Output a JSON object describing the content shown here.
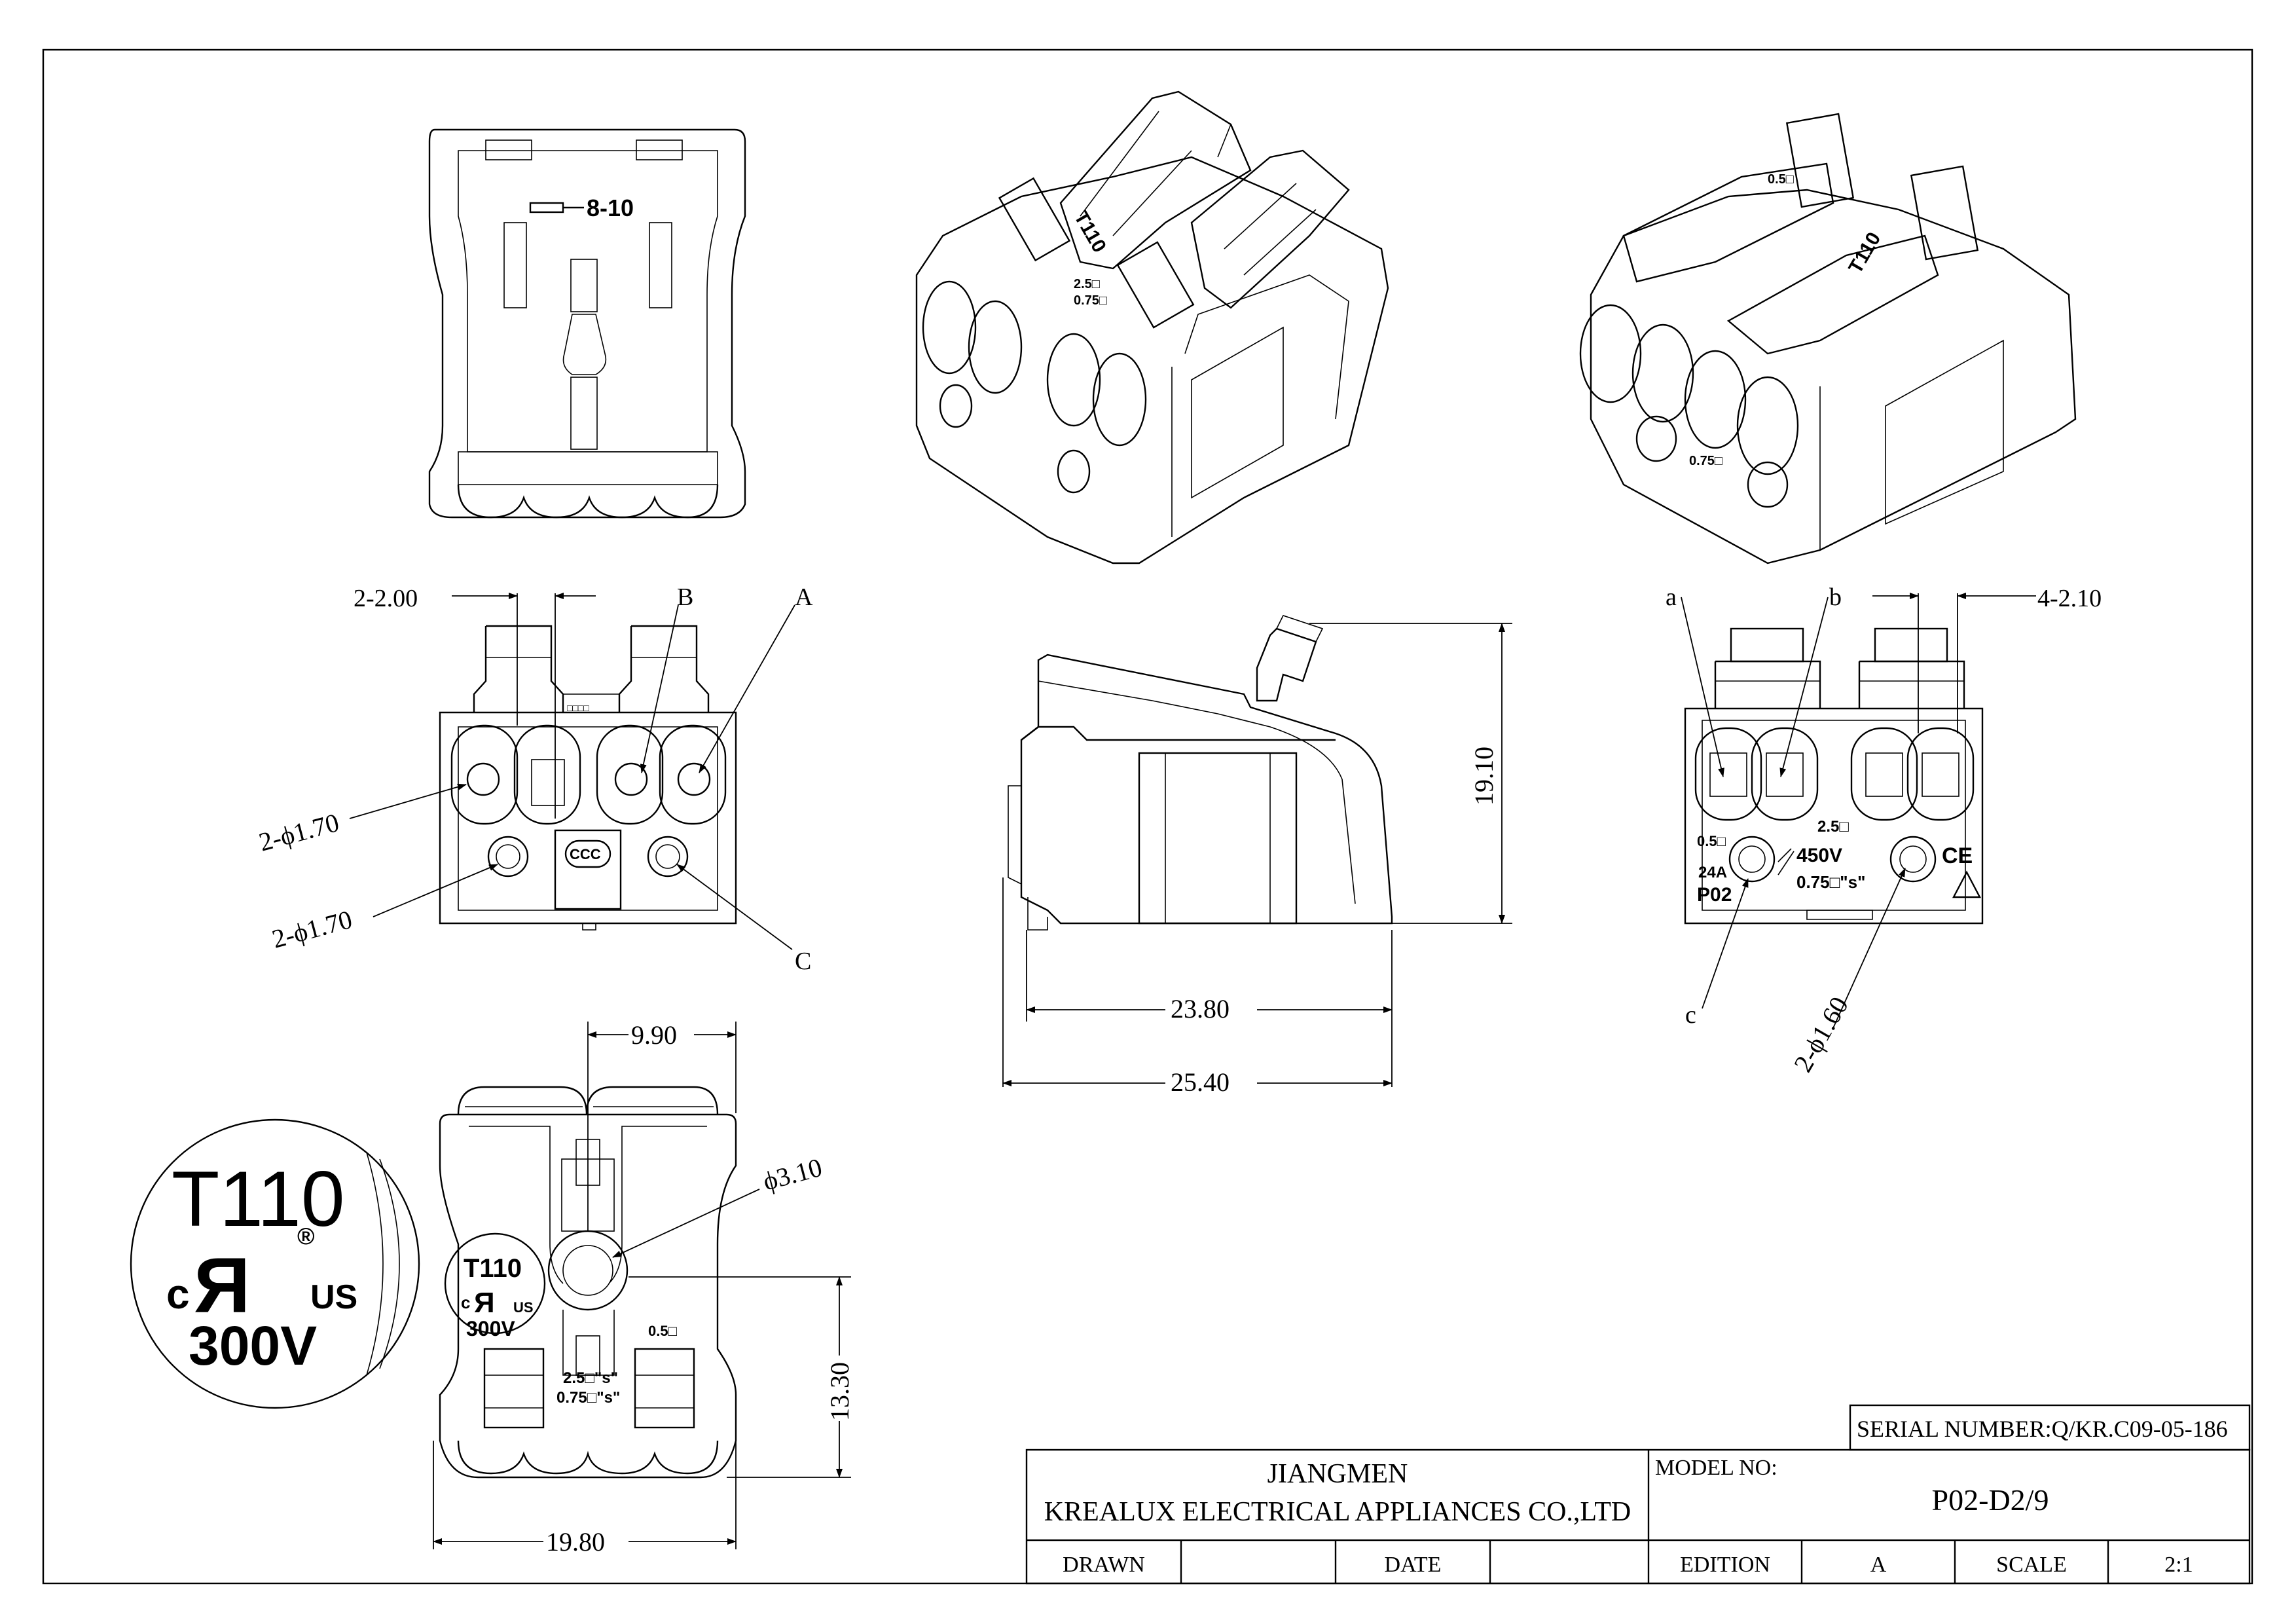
{
  "views": {
    "top_view": {
      "label": "8-10"
    },
    "front_view": {
      "dim_pitch": "2-2.00",
      "callout_b": "B",
      "callout_a": "A",
      "callout_c": "C",
      "dim_hole_upper": "2-ϕ1.70",
      "dim_hole_lower": "2-ϕ1.70",
      "logo": "CCC"
    },
    "side_view": {
      "dim_height": "19.10",
      "dim_inner": "23.80",
      "dim_overall": "25.40"
    },
    "rear_view": {
      "callout_a": "a",
      "callout_b": "b",
      "callout_c": "c",
      "dim_pitch": "4-2.10",
      "dim_hole": "2-ϕ1.60",
      "mark_05": "0.5□",
      "mark_25": "2.5□",
      "mark_voltage": "450V",
      "mark_24a": "24A",
      "mark_model": "P02",
      "mark_075": "0.75□\"s\"",
      "mark_ce": "CE"
    },
    "bottom_view": {
      "dim_center": "9.90",
      "dim_hole": "ϕ3.10",
      "dim_height": "13.30",
      "dim_width": "19.80",
      "mark_t110": "T110",
      "mark_ru": "Я",
      "mark_c": "c",
      "mark_us": "US",
      "mark_300v": "300V",
      "mark_05": "0.5□",
      "mark_25": "2.5□\"s\"",
      "mark_075": "0.75□\"s\""
    },
    "detail_circle": {
      "t110": "T110",
      "c": "c",
      "ru": "Я",
      "us": "US",
      "v": "300V",
      "reg": "®"
    }
  },
  "title_block": {
    "serial": "SERIAL NUMBER:Q/KR.C09-05-186",
    "company_line1": "JIANGMEN",
    "company_line2": "KREALUX ELECTRICAL APPLIANCES CO.,LTD",
    "model_label": "MODEL NO:",
    "model_value": "P02-D2/9",
    "drawn_label": "DRAWN",
    "drawn_value": "",
    "date_label": "DATE",
    "date_value": "",
    "edition_label": "EDITION",
    "edition_value": "A",
    "scale_label": "SCALE",
    "scale_value": "2:1"
  }
}
